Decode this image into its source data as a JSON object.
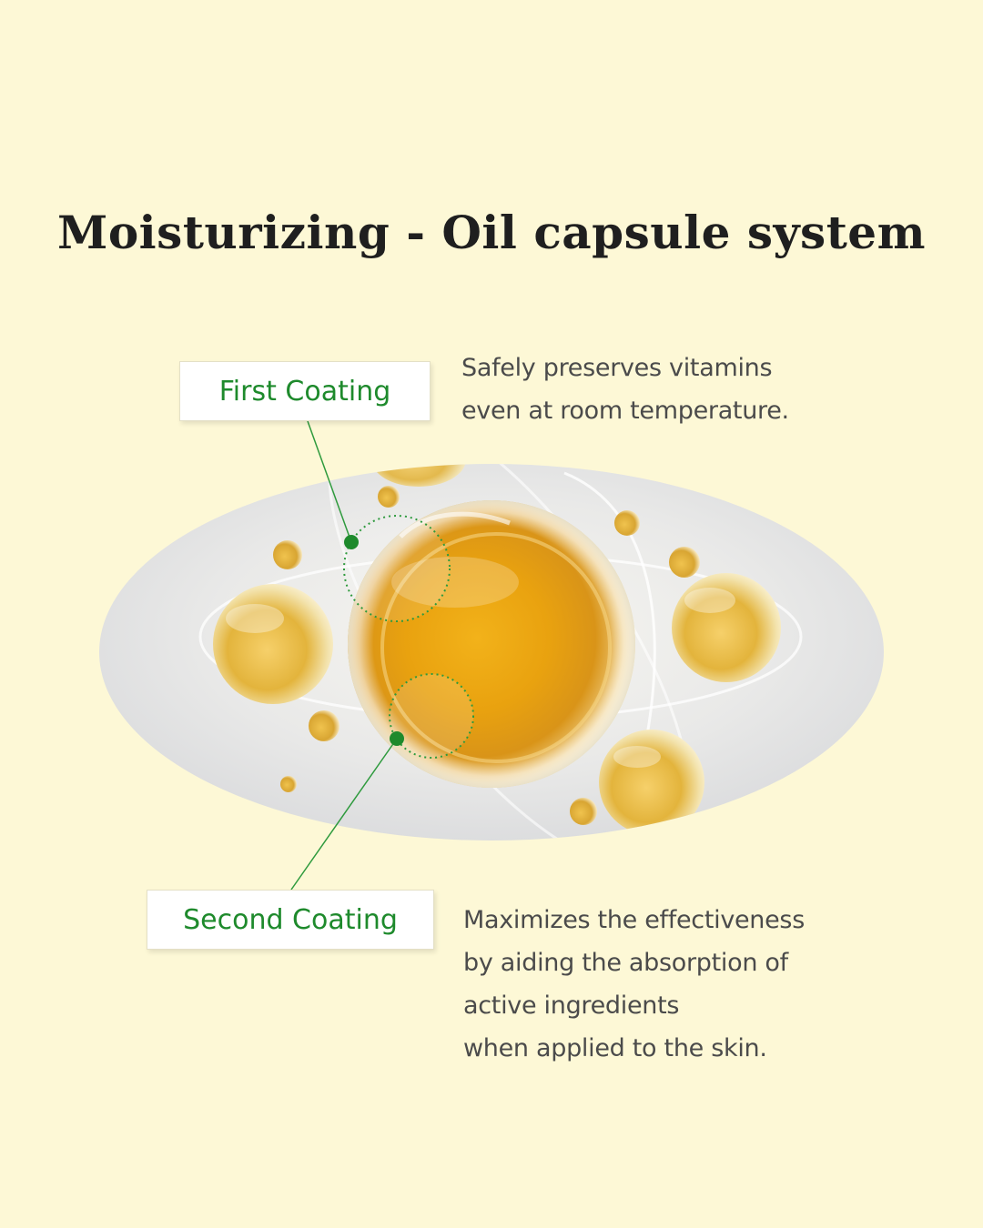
{
  "title": "Moisturizing - Oil capsule system",
  "first_coating": {
    "label": "First Coating",
    "description_lines": [
      "Safely preserves vitamins",
      "even at room temperature."
    ]
  },
  "second_coating": {
    "label": "Second Coating",
    "description_lines": [
      "Maximizes the effectiveness",
      "by aiding the absorption of",
      "active ingredients",
      "when applied to the skin."
    ]
  },
  "colors": {
    "background": "#fdf8d6",
    "accent_green": "#1e8a2c",
    "oil_gold": "#e8a517"
  }
}
